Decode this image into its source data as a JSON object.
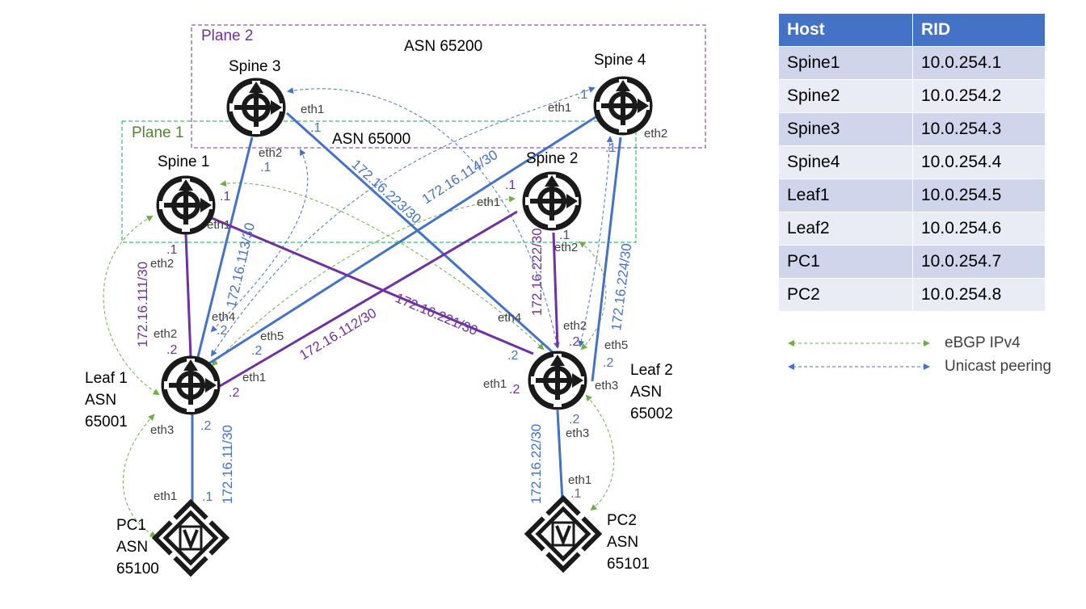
{
  "planes": {
    "plane2_label": "Plane 2",
    "plane2_asn": "ASN 65200",
    "plane1_label": "Plane 1",
    "plane1_asn": "ASN 65000"
  },
  "nodes": {
    "spine1": "Spine 1",
    "spine2": "Spine 2",
    "spine3": "Spine 3",
    "spine4": "Spine 4",
    "leaf1": [
      "Leaf 1",
      "ASN",
      "65001"
    ],
    "leaf2": [
      "Leaf 2",
      "ASN",
      "65002"
    ],
    "pc1": [
      "PC1",
      "ASN",
      "65100"
    ],
    "pc2": [
      "PC2",
      "ASN",
      "65101"
    ]
  },
  "subnets": {
    "s111": "172.16.111/30",
    "s113": "172.16.113/30",
    "s114": "172.16.114/30",
    "s112": "172.16.112/30",
    "s221": "172.16.221/30",
    "s223": "172.16.223/30",
    "s222": "172.16.222/30",
    "s224": "172.16.224/30",
    "s11": "172.16.11/30",
    "s22": "172.16.22/30"
  },
  "interfaces": {
    "eth1": "eth1",
    "eth2": "eth2",
    "eth3": "eth3",
    "eth4": "eth4",
    "eth5": "eth5",
    "dot1": ".1",
    "dot2": ".2"
  },
  "table": {
    "headers": [
      "Host",
      "RID"
    ],
    "rows": [
      [
        "Spine1",
        "10.0.254.1"
      ],
      [
        "Spine2",
        "10.0.254.2"
      ],
      [
        "Spine3",
        "10.0.254.3"
      ],
      [
        "Spine4",
        "10.0.254.4"
      ],
      [
        "Leaf1",
        "10.0.254.5"
      ],
      [
        "Leaf2",
        "10.0.254.6"
      ],
      [
        "PC1",
        "10.0.254.7"
      ],
      [
        "PC2",
        "10.0.254.8"
      ]
    ]
  },
  "legend": {
    "ebgp": "eBGP IPv4",
    "unicast": "Unicast peering"
  },
  "colors": {
    "blue_link": "#4472c4",
    "purple_link": "#7030a0",
    "green_dash": "#70ad47",
    "plane2_border": "#7030a0",
    "plane1_border": "#00b050",
    "blue_text": "#4472c4",
    "purple_text": "#7030a0",
    "green_text": "#548235"
  },
  "icons": {
    "router": "router-icon",
    "pc": "vpc-icon"
  }
}
